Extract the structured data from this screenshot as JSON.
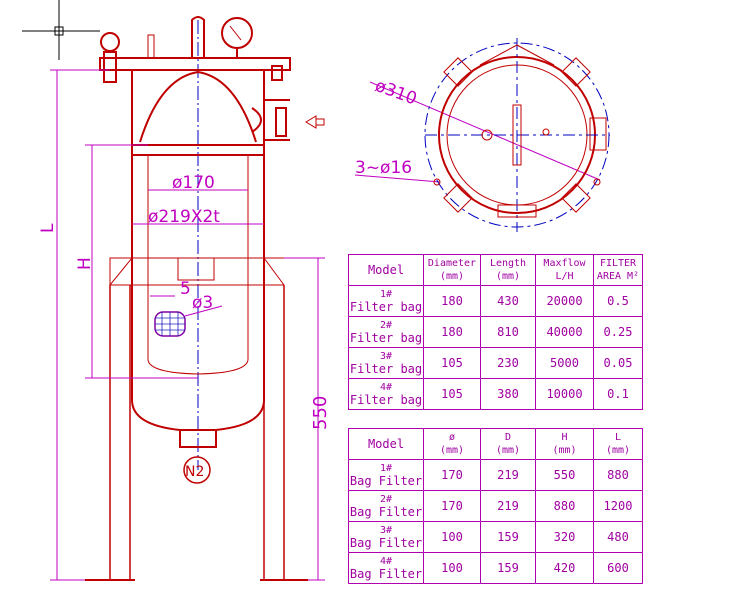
{
  "drawing": {
    "labels": {
      "L": "L",
      "H": "H",
      "leg_height": "550",
      "nozzle": "N2",
      "bag_diameter": "ø170",
      "shell_diameter": "ø219X2t",
      "mesh_pitch": "5",
      "mesh_hole": "ø3",
      "flange_diameter": "ø310",
      "bolt_holes": "3~ø16"
    },
    "colors": {
      "outline": "#c00000",
      "dimension": "#c000c0",
      "centerline": "#0000c0"
    }
  },
  "filter_bag_table": {
    "headers": [
      {
        "top": "Model",
        "bottom": ""
      },
      {
        "top": "Diameter",
        "bottom": "(mm)"
      },
      {
        "top": "Length",
        "bottom": "(mm)"
      },
      {
        "top": "Maxflow",
        "bottom": "L/H"
      },
      {
        "top": "FILTER",
        "bottom": "AREA M²"
      }
    ],
    "rows": [
      {
        "num": "1#",
        "name": "Filter bag",
        "cells": [
          "180",
          "430",
          "20000",
          "0.5"
        ]
      },
      {
        "num": "2#",
        "name": "Filter bag",
        "cells": [
          "180",
          "810",
          "40000",
          "0.25"
        ]
      },
      {
        "num": "3#",
        "name": "Filter bag",
        "cells": [
          "105",
          "230",
          "5000",
          "0.05"
        ]
      },
      {
        "num": "4#",
        "name": "Filter bag",
        "cells": [
          "105",
          "380",
          "10000",
          "0.1"
        ]
      }
    ]
  },
  "bag_filter_table": {
    "headers": [
      {
        "top": "Model",
        "bottom": ""
      },
      {
        "top": "ø",
        "bottom": "(mm)"
      },
      {
        "top": "D",
        "bottom": "(mm)"
      },
      {
        "top": "H",
        "bottom": "(mm)"
      },
      {
        "top": "L",
        "bottom": "(mm)"
      }
    ],
    "rows": [
      {
        "num": "1#",
        "name": "Bag Filter",
        "cells": [
          "170",
          "219",
          "550",
          "880"
        ]
      },
      {
        "num": "2#",
        "name": "Bag Filter",
        "cells": [
          "170",
          "219",
          "880",
          "1200"
        ]
      },
      {
        "num": "3#",
        "name": "Bag Filter",
        "cells": [
          "100",
          "159",
          "320",
          "480"
        ]
      },
      {
        "num": "4#",
        "name": "Bag Filter",
        "cells": [
          "100",
          "159",
          "420",
          "600"
        ]
      }
    ]
  }
}
